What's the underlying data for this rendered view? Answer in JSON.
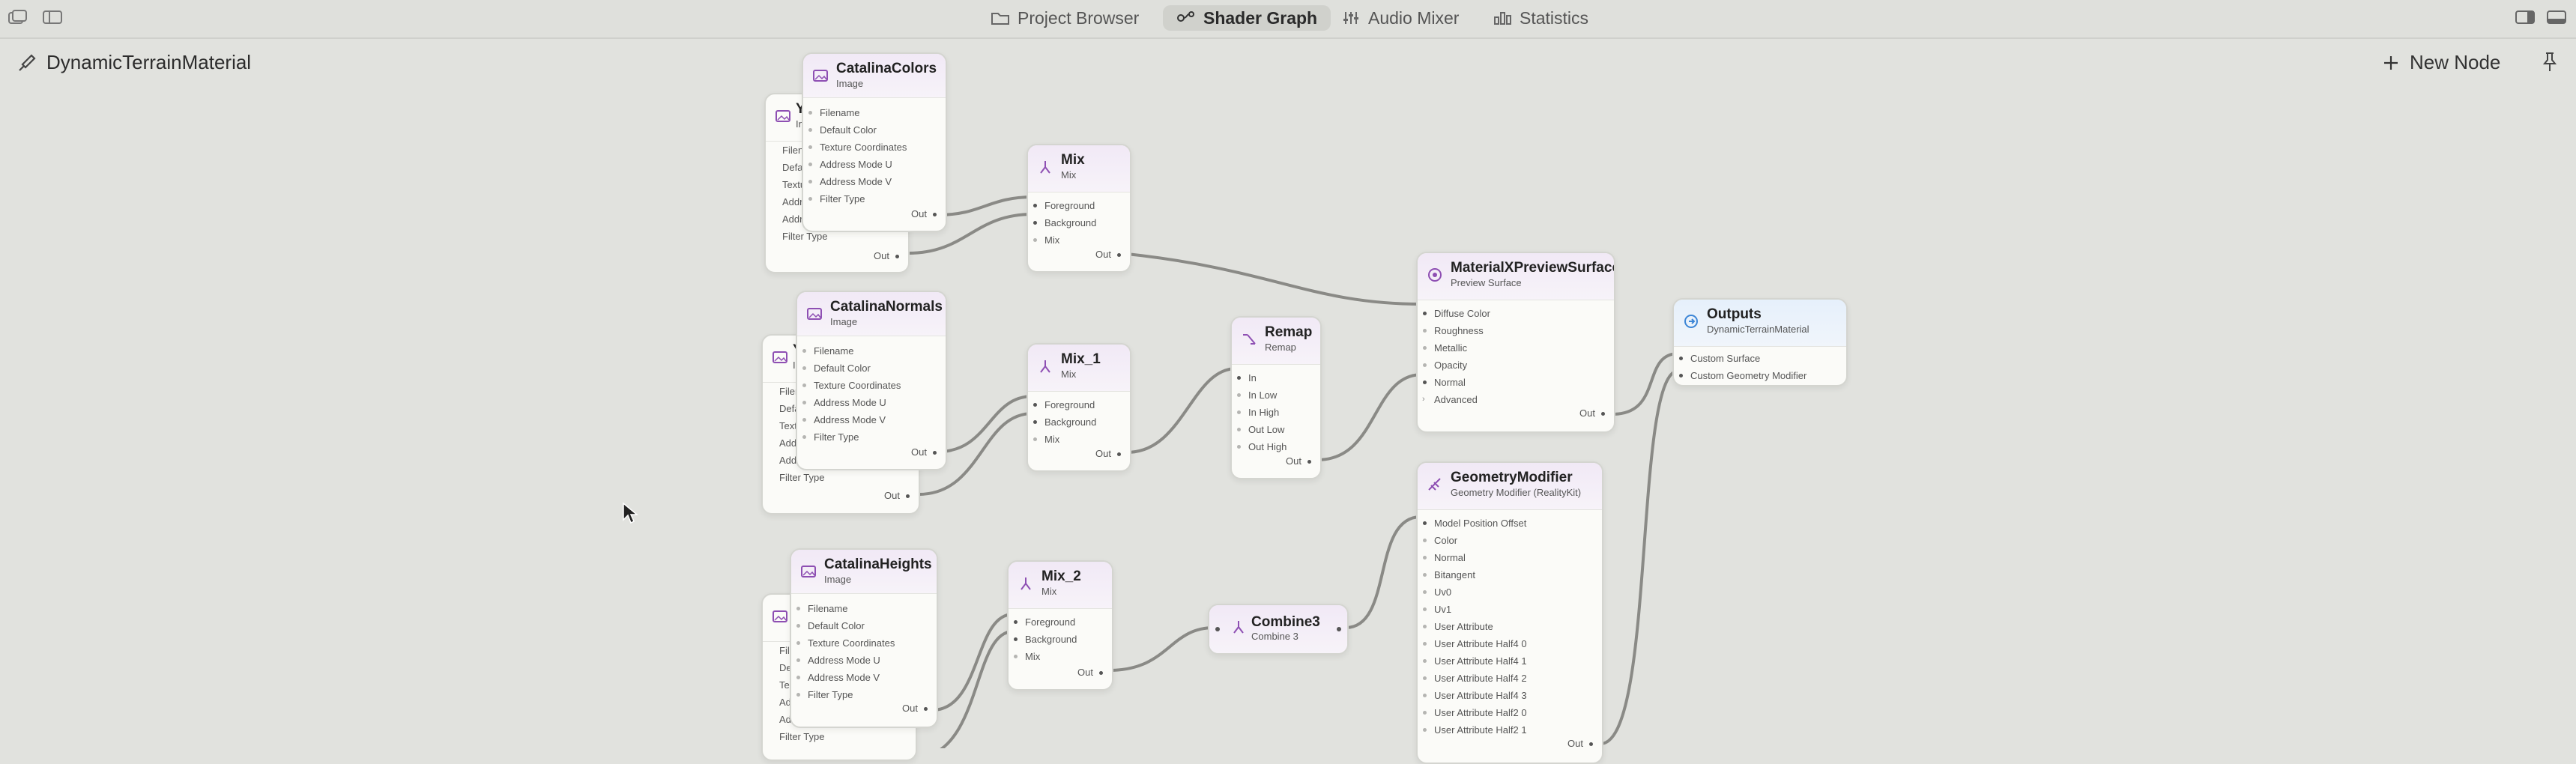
{
  "toolbar": {
    "tabs": [
      {
        "label": "Project Browser",
        "icon": "folder-icon"
      },
      {
        "label": "Shader Graph",
        "icon": "graph-icon",
        "active": true
      },
      {
        "label": "Audio Mixer",
        "icon": "sliders-icon"
      },
      {
        "label": "Statistics",
        "icon": "chart-icon"
      }
    ]
  },
  "doc": {
    "title": "DynamicTerrainMaterial",
    "new_node": "New Node"
  },
  "image_rows": [
    "Filename",
    "Default Color",
    "Texture Coordinates",
    "Address Mode U",
    "Address Mode V",
    "Filter Type"
  ],
  "back_nodes": {
    "n1": {
      "ttl": "Y",
      "sub": "In",
      "rows": [
        "Filena",
        "Defau",
        "Textu",
        "Addre",
        "Addre",
        "Filter Type"
      ]
    },
    "n2": {
      "ttl": "Y",
      "sub": "In",
      "rows": [
        "Filen",
        "Defa",
        "Text",
        "Addr",
        "Addr",
        "Filter Type"
      ]
    },
    "n3": {
      "ttl": "",
      "sub": "",
      "rows": [
        "File",
        "Defa",
        "Tex",
        "Ad",
        "Ad",
        "Filter Type"
      ]
    }
  },
  "nodes": {
    "catalina_colors": {
      "title": "CatalinaColors",
      "sub": "Image"
    },
    "catalina_normals": {
      "title": "CatalinaNormals",
      "sub": "Image"
    },
    "catalina_heights": {
      "title": "CatalinaHeights",
      "sub": "Image"
    },
    "mix": {
      "title": "Mix",
      "sub": "Mix",
      "rows": [
        "Foreground",
        "Background",
        "Mix"
      ]
    },
    "mix1": {
      "title": "Mix_1",
      "sub": "Mix",
      "rows": [
        "Foreground",
        "Background",
        "Mix"
      ]
    },
    "mix2": {
      "title": "Mix_2",
      "sub": "Mix",
      "rows": [
        "Foreground",
        "Background",
        "Mix"
      ]
    },
    "remap": {
      "title": "Remap",
      "sub": "Remap",
      "rows": [
        "In",
        "In Low",
        "In High",
        "Out Low",
        "Out High"
      ]
    },
    "combine3": {
      "title": "Combine3",
      "sub": "Combine 3"
    },
    "preview": {
      "title": "MaterialXPreviewSurface",
      "sub": "Preview Surface",
      "rows": [
        "Diffuse Color",
        "Roughness",
        "Metallic",
        "Opacity",
        "Normal",
        "Advanced"
      ]
    },
    "geometry": {
      "title": "GeometryModifier",
      "sub": "Geometry Modifier (RealityKit)",
      "rows": [
        "Model Position Offset",
        "Color",
        "Normal",
        "Bitangent",
        "Uv0",
        "Uv1",
        "User Attribute",
        "User Attribute Half4 0",
        "User Attribute Half4 1",
        "User Attribute Half4 2",
        "User Attribute Half4 3",
        "User Attribute Half2 0",
        "User Attribute Half2 1"
      ]
    },
    "outputs": {
      "title": "Outputs",
      "sub": "DynamicTerrainMaterial",
      "rows": [
        "Custom Surface",
        "Custom Geometry Modifier"
      ]
    }
  },
  "out_label": "Out"
}
